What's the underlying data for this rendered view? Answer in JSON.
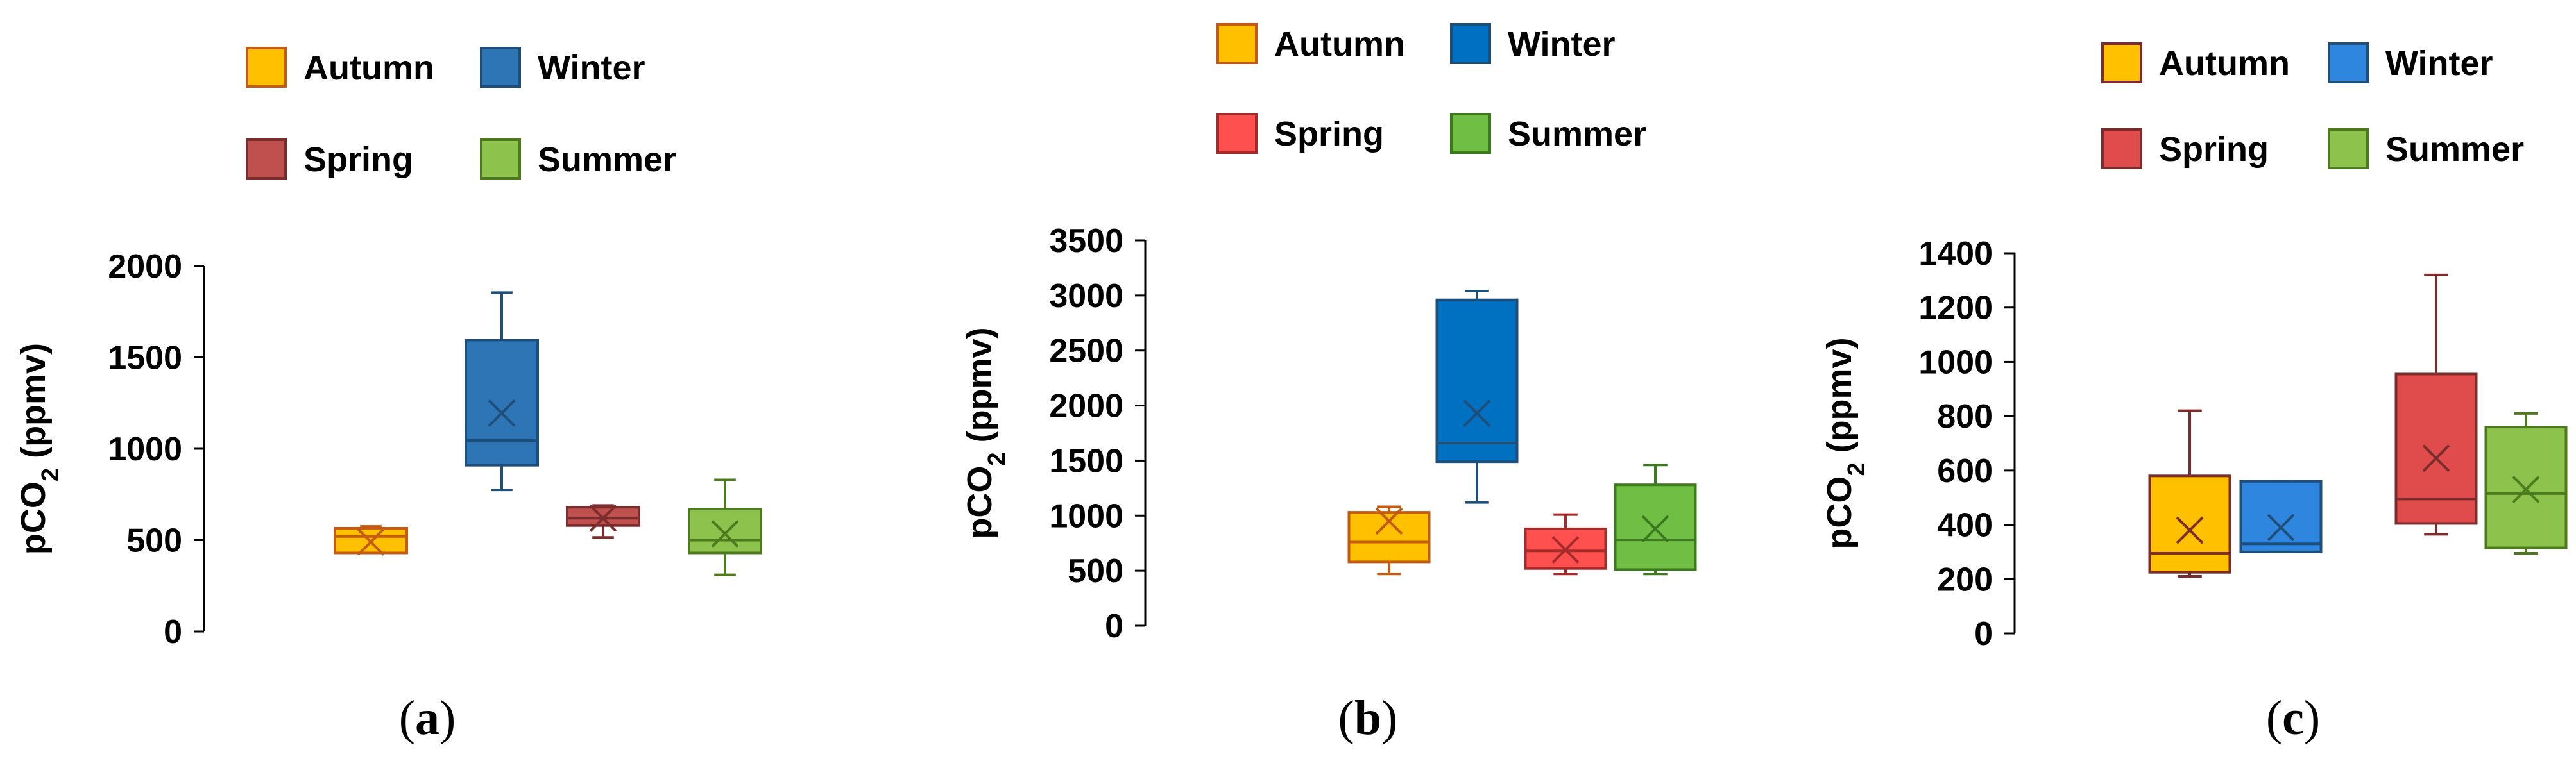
{
  "chart_data": [
    {
      "type": "box",
      "panel_label": "(a)",
      "ylabel": "pCO2 (ppmv)",
      "ylim": [
        0,
        2000
      ],
      "yticks": [
        0,
        500,
        1000,
        1500,
        2000
      ],
      "legend": [
        "Autumn",
        "Winter",
        "Spring",
        "Summer"
      ],
      "colors": {
        "Autumn": "#FFC000",
        "Winter": "#2E75B6",
        "Spring": "#C0504D",
        "Summer": "#8DC24C"
      },
      "edge_colors": {
        "Autumn": "#C55A11",
        "Winter": "#1F4E79",
        "Spring": "#7B2C2C",
        "Summer": "#4E7A1E"
      },
      "series": [
        {
          "name": "Autumn",
          "min": 430,
          "q1": 430,
          "median": 520,
          "q3": 565,
          "max": 575,
          "mean": 490
        },
        {
          "name": "Winter",
          "min": 775,
          "q1": 910,
          "median": 1045,
          "q3": 1595,
          "max": 1855,
          "mean": 1195
        },
        {
          "name": "Spring",
          "min": 515,
          "q1": 580,
          "median": 620,
          "q3": 680,
          "max": 690,
          "mean": 620
        },
        {
          "name": "Summer",
          "min": 310,
          "q1": 430,
          "median": 500,
          "q3": 670,
          "max": 830,
          "mean": 535
        }
      ]
    },
    {
      "type": "box",
      "panel_label": "(b)",
      "ylabel": "pCO2 (ppmv)",
      "ylim": [
        0,
        3500
      ],
      "yticks": [
        0,
        500,
        1000,
        1500,
        2000,
        2500,
        3000,
        3500
      ],
      "legend": [
        "Autumn",
        "Winter",
        "Spring",
        "Summer"
      ],
      "colors": {
        "Autumn": "#FFC000",
        "Winter": "#0070C0",
        "Spring": "#FF5050",
        "Summer": "#70BF44"
      },
      "edge_colors": {
        "Autumn": "#C55A11",
        "Winter": "#1F4E79",
        "Spring": "#A52A2A",
        "Summer": "#3C7A1E"
      },
      "series": [
        {
          "name": "Autumn",
          "min": 470,
          "q1": 580,
          "median": 760,
          "q3": 1030,
          "max": 1080,
          "mean": 950
        },
        {
          "name": "Winter",
          "min": 1120,
          "q1": 1490,
          "median": 1660,
          "q3": 2960,
          "max": 3040,
          "mean": 1930
        },
        {
          "name": "Spring",
          "min": 470,
          "q1": 520,
          "median": 680,
          "q3": 880,
          "max": 1010,
          "mean": 690
        },
        {
          "name": "Summer",
          "min": 470,
          "q1": 510,
          "median": 780,
          "q3": 1280,
          "max": 1460,
          "mean": 880
        }
      ]
    },
    {
      "type": "box",
      "panel_label": "(c)",
      "ylabel": "pCO2 (ppmv)",
      "ylim": [
        0,
        1400
      ],
      "yticks": [
        0,
        200,
        400,
        600,
        800,
        1000,
        1200,
        1400
      ],
      "legend": [
        "Autumn",
        "Winter",
        "Spring",
        "Summer"
      ],
      "colors": {
        "Autumn": "#FFC000",
        "Winter": "#2E86DE",
        "Spring": "#E04B4B",
        "Summer": "#8DC24C"
      },
      "edge_colors": {
        "Autumn": "#7B2C2C",
        "Winter": "#1F4E79",
        "Spring": "#7B2C2C",
        "Summer": "#4E7A1E"
      },
      "series": [
        {
          "name": "Autumn",
          "min": 210,
          "q1": 225,
          "median": 295,
          "q3": 580,
          "max": 820,
          "mean": 380
        },
        {
          "name": "Winter",
          "min": 300,
          "q1": 300,
          "median": 330,
          "q3": 560,
          "max": 560,
          "mean": 390
        },
        {
          "name": "Spring",
          "min": 365,
          "q1": 405,
          "median": 495,
          "q3": 955,
          "max": 1320,
          "mean": 645
        },
        {
          "name": "Summer",
          "min": 295,
          "q1": 315,
          "median": 515,
          "q3": 760,
          "max": 810,
          "mean": 530
        }
      ]
    }
  ]
}
